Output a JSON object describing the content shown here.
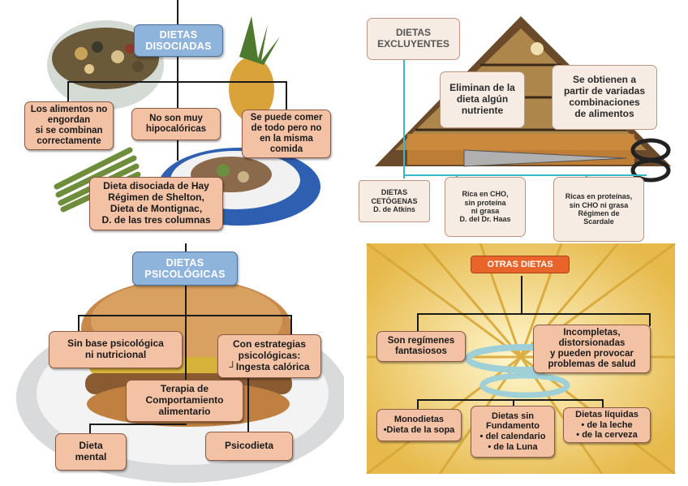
{
  "disociadas": {
    "title": "DIETAS\nDISOCIADAS",
    "box1": "Los alimentos  no\nengordan\nsi se combinan\ncorrectamente",
    "box2": "No son muy\nhipocalóricas",
    "box3": "Se puede comer\nde todo pero no\nen la misma\ncomida",
    "box4": "Dieta disociada de Hay\nRégimen de Shelton,\nDieta de Montignac,\nD. de las tres columnas"
  },
  "excluyentes": {
    "title": "DIETAS\nEXCLUYENTES",
    "box1": "Eliminan de la\ndieta algún\nnutriente",
    "box2": "Se obtienen a\npartir de variadas\ncombinaciones\nde alimentos",
    "box3": "DIETAS CETÓGENAS\nD. de Atkins",
    "box4": "Rica en CHO,\nsin proteína\nni grasa\nD. del Dr. Haas",
    "box5": "Ricas en proteínas,\nsin CHO ni grasa\nRégimen de\nScardale"
  },
  "psicologicas": {
    "title": "DIETAS\nPSICOLÓGICAS",
    "box1": "Sin base psicológica\nni nutricional",
    "box2": "Con estrategias\npsicológicas:\n┘Ingesta calórica",
    "box3": "Terapia de\nComportamiento\nalimentario",
    "box4": "Dieta\nmental",
    "box5": "Psicodieta"
  },
  "otras": {
    "title": "OTRAS DIETAS",
    "box1": "Son regímenes\nfantasiosos",
    "box2": "Incompletas,\ndistorsionadas\ny pueden provocar\nproblemas de salud",
    "box3": "Monodietas\n•Dieta de la sopa",
    "box4": "Dietas sin\nFundamento\n• del calendario\n• de la Luna",
    "box5": "Dietas líquidas\n• de la leche\n• de la cerveza"
  }
}
